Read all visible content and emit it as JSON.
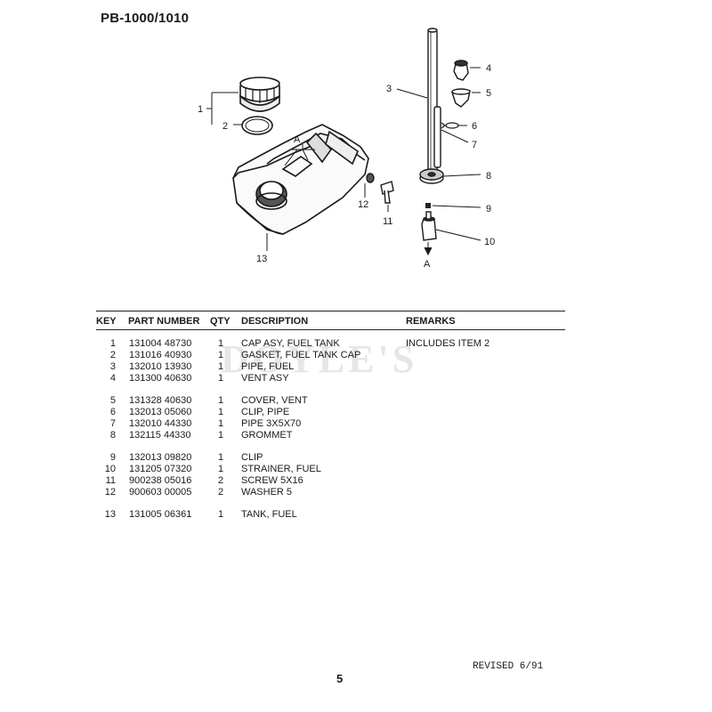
{
  "title": "PB-1000/1010",
  "watermark": "DOYLE'S",
  "diagram": {
    "callouts": [
      "1",
      "2",
      "3",
      "4",
      "5",
      "6",
      "7",
      "8",
      "9",
      "10",
      "11",
      "12",
      "13"
    ],
    "ref_top": "A",
    "ref_bottom": "A"
  },
  "table": {
    "headers": {
      "key": "KEY",
      "part": "PART NUMBER",
      "qty": "QTY",
      "desc": "DESCRIPTION",
      "remarks": "REMARKS"
    },
    "rows": [
      {
        "key": "1",
        "part": "131004 48730",
        "qty": "1",
        "desc": "CAP ASY, FUEL TANK",
        "remarks": "INCLUDES ITEM 2"
      },
      {
        "key": "2",
        "part": "131016 40930",
        "qty": "1",
        "desc": "GASKET, FUEL TANK CAP",
        "remarks": ""
      },
      {
        "key": "3",
        "part": "132010 13930",
        "qty": "1",
        "desc": "PIPE, FUEL",
        "remarks": ""
      },
      {
        "key": "4",
        "part": "131300 40630",
        "qty": "1",
        "desc": "VENT ASY",
        "remarks": ""
      },
      {
        "key": "5",
        "part": "131328 40630",
        "qty": "1",
        "desc": "COVER, VENT",
        "remarks": ""
      },
      {
        "key": "6",
        "part": "132013 05060",
        "qty": "1",
        "desc": "CLIP, PIPE",
        "remarks": ""
      },
      {
        "key": "7",
        "part": "132010 44330",
        "qty": "1",
        "desc": "PIPE 3X5X70",
        "remarks": ""
      },
      {
        "key": "8",
        "part": "132115 44330",
        "qty": "1",
        "desc": "GROMMET",
        "remarks": ""
      },
      {
        "key": "9",
        "part": "132013 09820",
        "qty": "1",
        "desc": "CLIP",
        "remarks": ""
      },
      {
        "key": "10",
        "part": "131205 07320",
        "qty": "1",
        "desc": "STRAINER, FUEL",
        "remarks": ""
      },
      {
        "key": "11",
        "part": "900238 05016",
        "qty": "2",
        "desc": "SCREW 5X16",
        "remarks": ""
      },
      {
        "key": "12",
        "part": "900603 00005",
        "qty": "2",
        "desc": "WASHER 5",
        "remarks": ""
      },
      {
        "key": "13",
        "part": "131005 06361",
        "qty": "1",
        "desc": "TANK, FUEL",
        "remarks": ""
      }
    ]
  },
  "footer": {
    "revised": "REVISED 6/91",
    "page_number": "5"
  }
}
